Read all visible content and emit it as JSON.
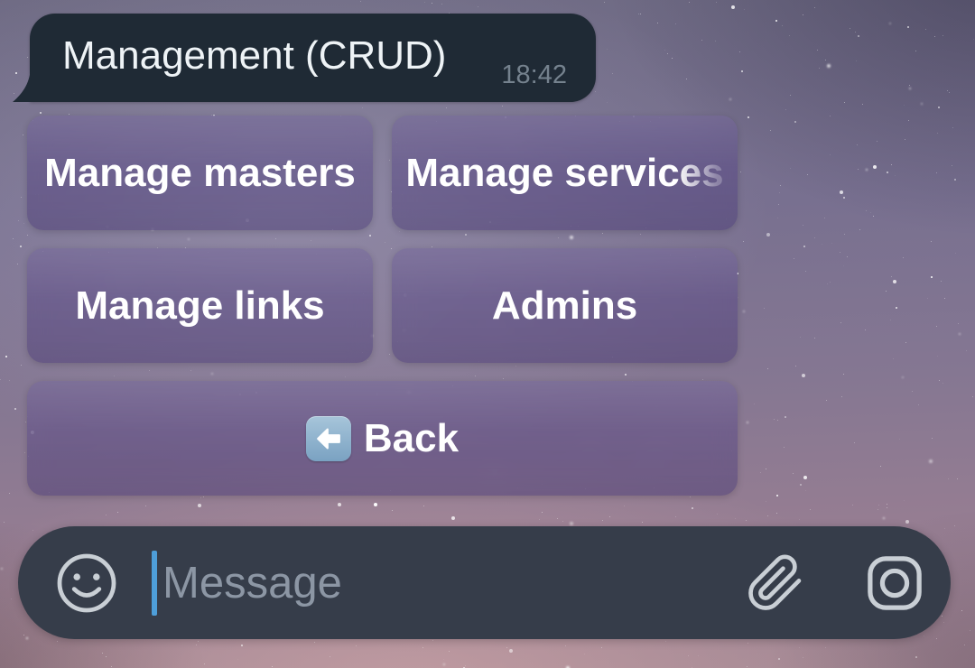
{
  "message": {
    "text": "Management (CRUD)",
    "time": "18:42"
  },
  "keyboard": {
    "buttons": [
      {
        "label": "Manage masters"
      },
      {
        "label": "Manage services"
      },
      {
        "label": "Manage links"
      },
      {
        "label": "Admins"
      },
      {
        "label": "Back",
        "icon": "back-arrow-emoji"
      }
    ]
  },
  "composer": {
    "placeholder": "Message",
    "icons": {
      "left": "smiley-emoji-icon",
      "attach": "paperclip-icon",
      "right": "camera-icon"
    }
  },
  "colors": {
    "bubble_bg": "#1f2a35",
    "time_color": "#75828e",
    "button_overlay": "rgba(82,66,130,0.46)",
    "button_text": "#ffffff",
    "composer_bg": "#363d4a",
    "icon_color": "#c9cfd5",
    "placeholder_color": "#8c96a4",
    "cursor_color": "#4e9ed9",
    "emoji_box_top": "#a7c5da",
    "emoji_box_bottom": "#7aa2c2"
  }
}
